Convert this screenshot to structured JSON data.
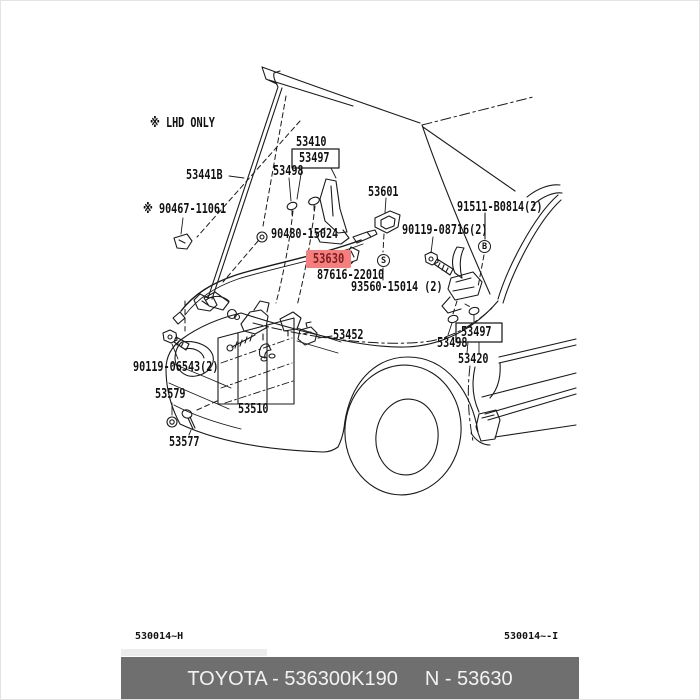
{
  "colors": {
    "line": "#1a1a1a",
    "highlight_bg": "#f57e7e",
    "highlight_text": "#7c1f1f",
    "footer_bg": "#6f6f6f",
    "footer_text": "#f3f3f3"
  },
  "diagram": {
    "note": "※ LHD ONLY",
    "part_labels": {
      "p53441b": "53441B",
      "p53410": "53410",
      "p53497_left": "53497",
      "p53498_left": "53498",
      "p53601": "53601",
      "p90467_11061": "※ 90467-11061",
      "p91511_b0814": "91511-B0814(2)",
      "p90119_08716": "90119-08716(2)",
      "p90480_15024": "90480-15024",
      "p53630": "53630",
      "p87616_22010": "87616-22010",
      "p93560_15014": "93560-15014 (2)",
      "p53452": "53452",
      "p53497_right": "53497",
      "p53498_right": "53498",
      "p53420": "53420",
      "p90119_06543": "90119-06543(2)",
      "p53579": "53579",
      "p53510": "53510",
      "p53577": "53577"
    },
    "callouts": {
      "s": "S",
      "b": "B"
    }
  },
  "sheet": {
    "left_ref": "530014~H",
    "right_ref": "530014~-I"
  },
  "footer": {
    "part_code": "TOYOTA - 536300K190",
    "catalog_code": "N - 53630"
  }
}
